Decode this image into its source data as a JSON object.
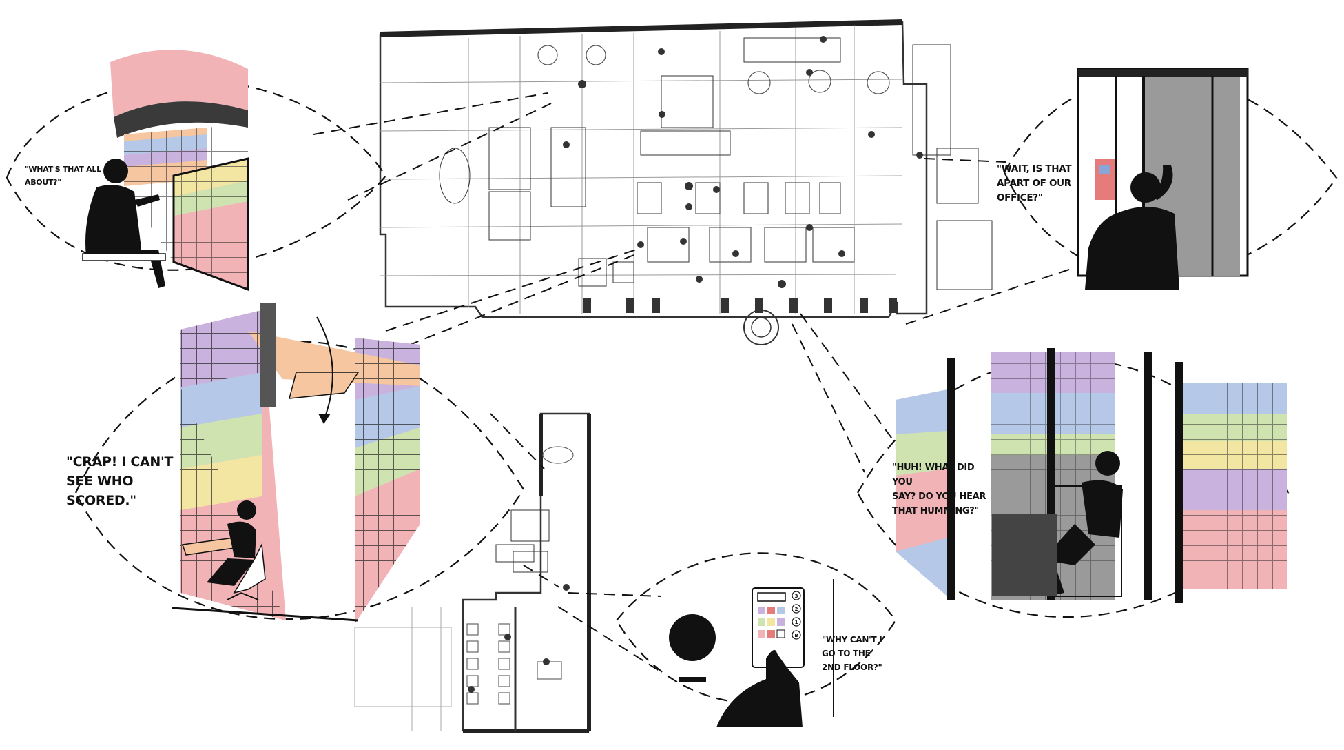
{
  "quotes": {
    "booth": "\"WHAT'S THAT ALL\nABOUT?\"",
    "entry": "\"WAIT, IS THAT\nAPART OF OUR\nOFFICE?\"",
    "tv_room": "\"CRAP! I CAN'T\nSEE WHO\nSCORED.\"",
    "window": "\"HUH! WHAT DID YOU\nSAY? DO YOU HEAR\nTHAT HUMMING?\"",
    "elevator": "\"WHY CAN'T I\nGO TO THE\n2ND FLOOR?\""
  },
  "elevator_panel": {
    "buttons": [
      "3",
      "2",
      "1",
      "B"
    ]
  },
  "colors": {
    "line": "#1a1a1a",
    "pink": "#f2b3b6",
    "peach": "#f5c6a0",
    "yellow": "#f3e6a2",
    "green": "#cfe3b1",
    "blue": "#b6c8e8",
    "purple": "#c9b2dd",
    "gray": "#9a9a9a"
  }
}
